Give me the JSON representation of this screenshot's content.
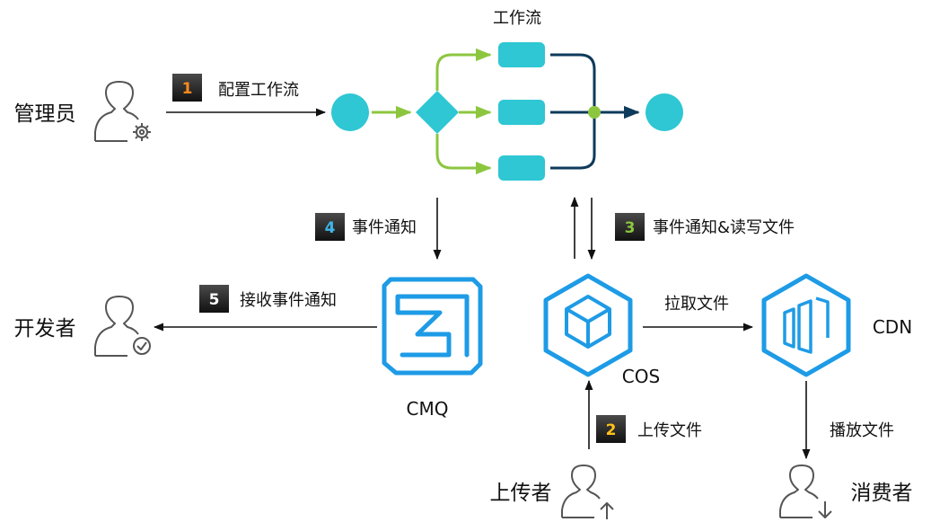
{
  "workflow": {
    "title": "工作流"
  },
  "actors": {
    "admin": "管理员",
    "developer": "开发者",
    "uploader": "上传者",
    "consumer": "消费者"
  },
  "services": {
    "cmq": "CMQ",
    "cos": "COS",
    "cdn": "CDN"
  },
  "steps": [
    {
      "num": "1",
      "label": "配置工作流",
      "color": "#ff8a1e"
    },
    {
      "num": "2",
      "label": "上传文件",
      "color": "#ffc21a"
    },
    {
      "num": "3",
      "label": "事件通知&读写文件",
      "color": "#8cc63f"
    },
    {
      "num": "4",
      "label": "事件通知",
      "color": "#3fb6e8"
    },
    {
      "num": "5",
      "label": "接收事件通知",
      "color": "#ffffff"
    }
  ],
  "edges": {
    "pull": "拉取文件",
    "play": "播放文件"
  },
  "colors": {
    "teal": "#2ec7d3",
    "green": "#8cc63f",
    "navy": "#0e3a5b",
    "blue": "#1e9be6",
    "gray": "#666666"
  }
}
